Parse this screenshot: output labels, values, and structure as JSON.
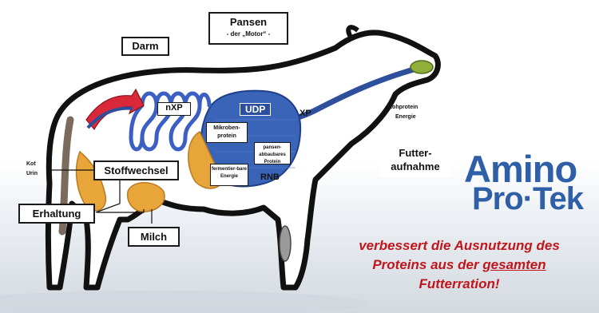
{
  "labels": {
    "darm": "Darm",
    "pansen_title": "Pansen",
    "pansen_sub": "- der „Motor“ -",
    "nxp": "nXP",
    "udp": "UDP",
    "xp": "XP",
    "mikroben": "Mikroben-protein",
    "pansen_abbaubares": "pansen-abbaubares Protein",
    "fermentierbare": "fermentier-bare Energie",
    "rnb": "RNB",
    "rohprotein": "Rohprotein",
    "energie": "Energie",
    "futter_line1": "Futter-",
    "futter_line2": "aufnahme",
    "kot": "Kot",
    "urin": "Urin",
    "stoffwechsel": "Stoffwechsel",
    "erhaltung": "Erhaltung",
    "milch": "Milch"
  },
  "logo": {
    "line1": "Amino",
    "line2": "Pro·Tek",
    "color": "#2f5fa7"
  },
  "slogan": {
    "line1": "verbessert die Ausnutzung des",
    "line2_prefix": "Proteins aus der ",
    "line2_underlined": "gesamten",
    "line3": "Futterration!",
    "color": "#c0161b"
  },
  "colors": {
    "outline": "#111111",
    "rumen_blue": "#3a64b8",
    "esophagus_blue": "#2d4f9c",
    "intestine_blue": "#3b5fc2",
    "artery_red": "#d8283a",
    "orange_organ": "#e8a53a",
    "muzzle_green": "#8fae3a"
  }
}
